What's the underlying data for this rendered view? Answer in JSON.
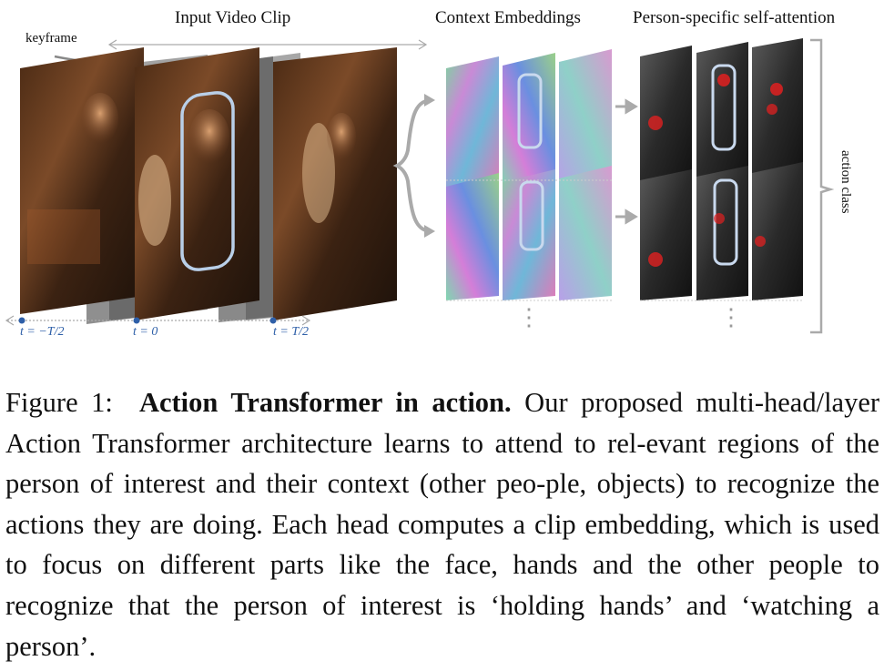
{
  "figure": {
    "headers": {
      "input": "Input Video Clip",
      "context": "Context Embeddings",
      "attention": "Person-specific self-attention"
    },
    "keyframe_label": "keyframe",
    "time_ticks": [
      "t = −T/2",
      "t = 0",
      "t = T/2"
    ],
    "side_label": "action class",
    "ellipsis": "⋮"
  },
  "caption": {
    "prefix": "Figure 1:",
    "bold": "Action Transformer in action.",
    "text": "Our proposed multi-head/layer Action Transformer architecture learns to attend to rel-evant regions of the person of interest and their context (other peo-ple, objects) to recognize the actions they are doing. Each head computes a clip embedding, which is used to focus on different parts like the face, hands and the other people to recognize that the person of interest is ‘holding hands’ and ‘watching a person’."
  }
}
